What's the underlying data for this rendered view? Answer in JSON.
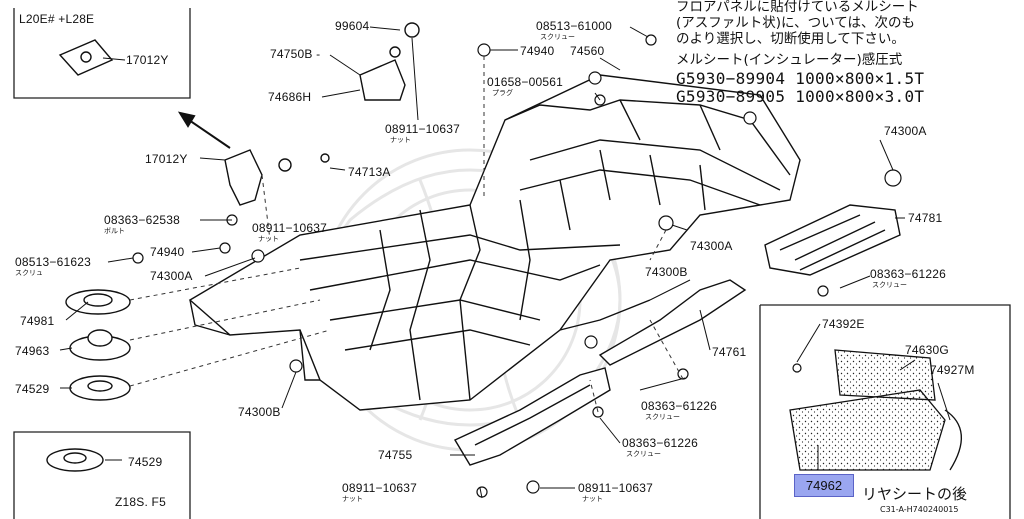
{
  "inset_top_left": {
    "title": "L20E# +L28E",
    "part": "17012Y"
  },
  "inset_bottom_left": {
    "part": "74529",
    "caption": "Z18S. F5"
  },
  "inset_bottom_right": {
    "parts": [
      "74392E",
      "74630G",
      "74927M"
    ],
    "highlight": "74962",
    "caption": "リヤシートの後"
  },
  "notes": {
    "line1": "フロアパネルに貼付けているメルシート",
    "line2": "(アスファルト状)に、ついては、次のも",
    "line3": "のより選択し、切断使用して下さい。",
    "line4": "メルシート(インシュレーター)感圧式",
    "part1": "G5930−89904 1000×800×1.5T",
    "part2": "G5930−89905 1000×800×3.0T"
  },
  "labels": {
    "p99604": "99604",
    "p74750b": "74750B -",
    "p74686h": "74686H",
    "p08911a": "08911−10637",
    "p08911a_sub": "ナット",
    "p17012y": "17012Y",
    "p74713a": "74713A",
    "p08363a": "08363−62538",
    "p08363a_sub": "ボルト",
    "p08911b": "08911−10637",
    "p08911b_sub": "ナット",
    "p74940a": "74940",
    "p08513a": "08513−61623",
    "p08513a_sub": "スクリュ",
    "p74300a1": "74300A",
    "p74981": "74981",
    "p74963": "74963",
    "p74529": "74529",
    "p74300b": "74300B",
    "p08513b": "08513−61000",
    "p08513b_sub": "スクリュー",
    "p74940b": "74940",
    "p74560": "74560",
    "p01658": "01658−00561",
    "p01658_sub": "プラグ",
    "p74300a2": "74300A",
    "p74781": "74781",
    "p74300a3": "74300A",
    "p74300b2": "74300B",
    "p08363b": "08363−61226",
    "p08363b_sub": "スクリュー",
    "p74761": "74761",
    "p08363c": "08363−61226",
    "p08363c_sub": "スクリュー",
    "p08363d": "08363−61226",
    "p08363d_sub": "スクリュー",
    "p74755": "74755",
    "p08911c": "08911−10637",
    "p08911c_sub": "ナット",
    "p08911d": "08911−10637",
    "p08911d_sub": "ナット"
  },
  "footer_code": "C31-A-H740240015"
}
